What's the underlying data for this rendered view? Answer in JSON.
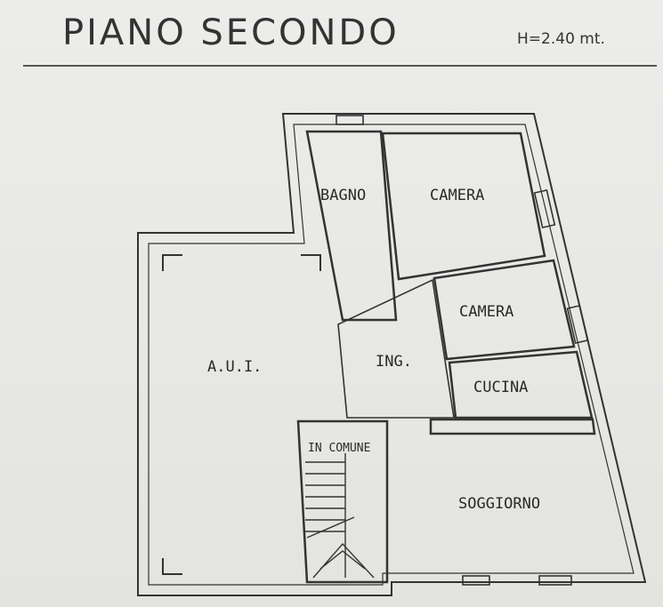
{
  "header": {
    "title": "PIANO SECONDO",
    "height": "H=2.40 mt."
  },
  "rooms": {
    "bagno": "BAGNO",
    "camera1": "CAMERA",
    "camera2": "CAMERA",
    "aui": "A.U.I.",
    "ing": "ING.",
    "cucina": "CUCINA",
    "comune": "IN COMUNE",
    "soggiorno": "SOGGIORNO"
  }
}
